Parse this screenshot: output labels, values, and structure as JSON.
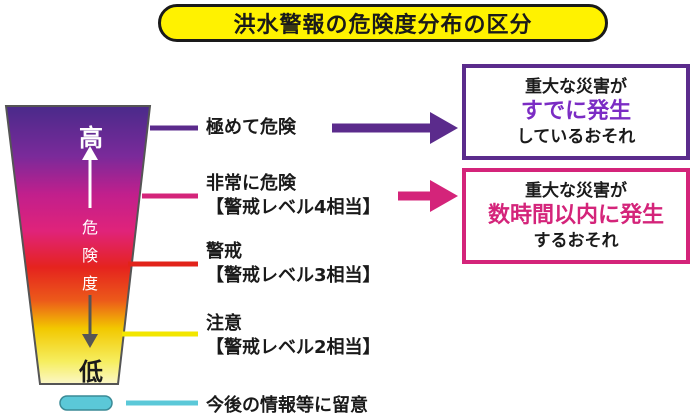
{
  "title": "洪水警報の危険度分布の区分",
  "funnel": {
    "high": "高",
    "low": "低",
    "axis_chars": [
      "危",
      "険",
      "度"
    ]
  },
  "levels": [
    {
      "label": "極めて危険",
      "sub": "",
      "color": "#5b2b8c"
    },
    {
      "label": "非常に危険",
      "sub": "【警戒レベル4相当】",
      "color": "#d4247a"
    },
    {
      "label": "警戒",
      "sub": "【警戒レベル3相当】",
      "color": "#e2231a"
    },
    {
      "label": "注意",
      "sub": "【警戒レベル2相当】",
      "color": "#f2e600"
    }
  ],
  "results": [
    {
      "line1": "重大な災害が",
      "line2": "すでに発生",
      "line3": "しているおそれ",
      "color": "#5b2b8c",
      "accent": "#7b2cc4"
    },
    {
      "line1": "重大な災害が",
      "line2": "数時間以内に発生",
      "line3": "するおそれ",
      "color": "#d4247a",
      "accent": "#d4247a"
    }
  ],
  "footer": {
    "label": "今後の情報等に留意",
    "color": "#5bc8d8"
  }
}
